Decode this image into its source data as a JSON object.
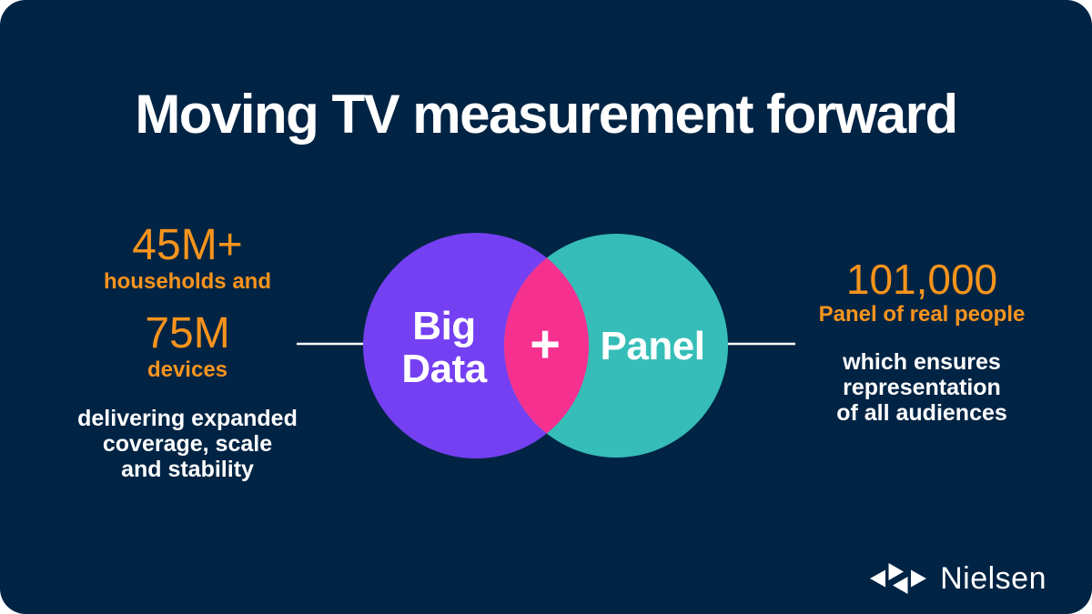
{
  "title": "Moving TV measurement forward",
  "left_stat": {
    "value_primary": "45M+",
    "label_primary": "households and",
    "value_secondary": "75M",
    "label_secondary": "devices",
    "description": "delivering expanded\ncoverage, scale\nand stability"
  },
  "venn": {
    "left_label": "Big\nData",
    "operator": "+",
    "right_label": "Panel",
    "colors": {
      "left_circle": "#7440F2",
      "right_circle": "#36BDB8",
      "intersection": "#F5308F",
      "connector_line": "#FFFFFF"
    }
  },
  "right_stat": {
    "value": "101,000",
    "label": "Panel of real people",
    "description": "which ensures\nrepresentation\nof all audiences"
  },
  "brand": {
    "name": "Nielsen"
  },
  "colors": {
    "background": "#022444",
    "accent_orange": "#F7941D",
    "text": "#FFFFFF"
  }
}
